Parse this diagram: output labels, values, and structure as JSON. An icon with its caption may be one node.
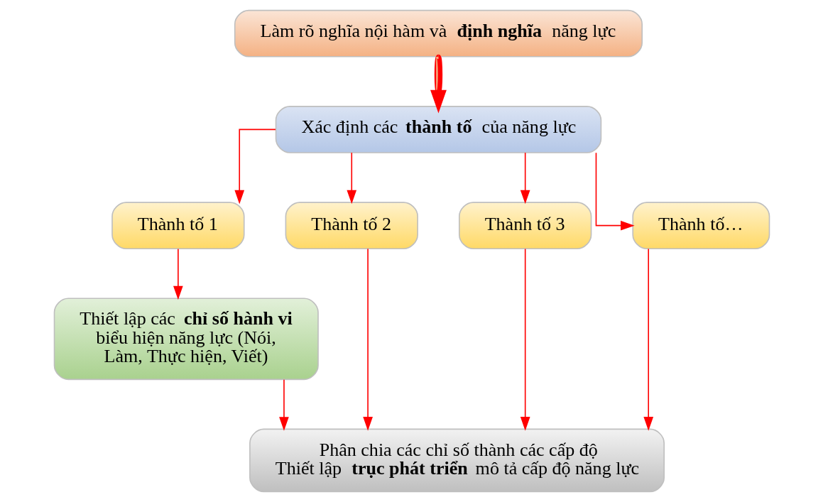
{
  "diagram": {
    "nodes": [
      {
        "text": [
          "Làm rõ nghĩa nội hàm và **định nghĩa** năng lực"
        ]
      },
      {
        "text": [
          "Xác định các **thành tố** của năng lực"
        ]
      },
      {
        "text": [
          "Thành tố 1"
        ]
      },
      {
        "text": [
          "Thành tố 2"
        ]
      },
      {
        "text": [
          "Thành tố 3"
        ]
      },
      {
        "text": [
          "Thành tố…"
        ]
      },
      {
        "text": [
          "Thiết lập các **chỉ số hành vi** biểu hiện năng lực (Nói, Làm, Thực hiện, Viết)"
        ]
      },
      {
        "text": [
          "Phân chia các chỉ số thành các cấp độ",
          "Thiết lập **trục phát triển** mô tả cấp độ năng lực"
        ]
      }
    ],
    "edges": [
      {
        "from": 0,
        "to": 1,
        "arrow": "to",
        "style": "thick"
      },
      {
        "from": 1,
        "to": 2,
        "arrow": "to"
      },
      {
        "from": 1,
        "to": 3,
        "arrow": "to"
      },
      {
        "from": 1,
        "to": 4,
        "arrow": "to"
      },
      {
        "from": 1,
        "to": 5,
        "arrow": "to"
      },
      {
        "from": 2,
        "to": 6,
        "arrow": "to"
      },
      {
        "from": 3,
        "to": 7,
        "arrow": "to"
      },
      {
        "from": 4,
        "to": 7,
        "arrow": "to"
      },
      {
        "from": 5,
        "to": 7,
        "arrow": "to"
      },
      {
        "from": 6,
        "to": 7,
        "arrow": "to"
      }
    ]
  }
}
